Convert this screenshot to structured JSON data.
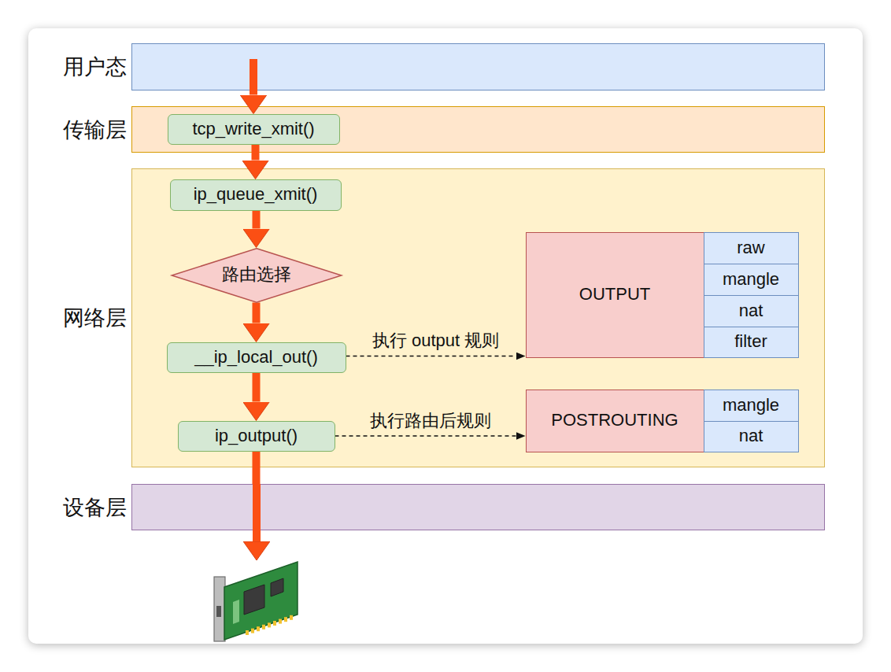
{
  "diagram": {
    "nodes": [
      {
        "text": [
          "用户态"
        ]
      },
      {
        "text": [
          "传输层"
        ]
      },
      {
        "text": [
          "tcp_write_xmit()"
        ],
        "in": 1
      },
      {
        "text": [
          "网络层"
        ]
      },
      {
        "text": [
          "ip_queue_xmit()"
        ],
        "in": 3
      },
      {
        "text": [
          "路由选择"
        ],
        "in": 3
      },
      {
        "text": [
          "__ip_local_out()"
        ],
        "in": 3
      },
      {
        "text": [
          "ip_output()"
        ],
        "in": 3
      },
      {
        "text": [
          "OUTPUT"
        ],
        "in": 3
      },
      {
        "text": [
          "raw"
        ],
        "in": 3
      },
      {
        "text": [
          "mangle"
        ],
        "in": 3
      },
      {
        "text": [
          "nat"
        ],
        "in": 3
      },
      {
        "text": [
          "filter"
        ],
        "in": 3
      },
      {
        "text": [
          "POSTROUTING"
        ],
        "in": 3
      },
      {
        "text": [
          "mangle"
        ],
        "in": 3
      },
      {
        "text": [
          "nat"
        ],
        "in": 3
      },
      {
        "text": [
          "设备层"
        ]
      }
    ],
    "edges": [
      {
        "from": 0,
        "to": 2,
        "arrow": "to"
      },
      {
        "from": 2,
        "to": 4,
        "arrow": "to"
      },
      {
        "from": 4,
        "to": 5,
        "arrow": "to"
      },
      {
        "from": 5,
        "to": 6,
        "arrow": "to"
      },
      {
        "from": 6,
        "to": 7,
        "arrow": "to"
      },
      {
        "from": 6,
        "to": 8,
        "label": "执行 output 规则",
        "arrow": "to"
      },
      {
        "from": 7,
        "to": 13,
        "label": "执行路由后规则",
        "arrow": "to"
      },
      {
        "from": 7,
        "to": 16,
        "arrow": "none"
      }
    ]
  }
}
